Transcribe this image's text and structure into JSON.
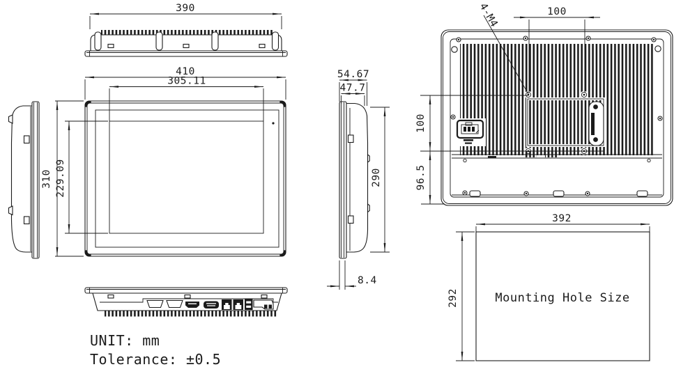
{
  "notes": {
    "unit": "UNIT: mm",
    "tolerance": "Tolerance: ±0.5"
  },
  "labels": {
    "mounting_hole": "Mounting Hole Size",
    "vesa_thread": "4-M4"
  },
  "dimensions": {
    "top_view_width": "390",
    "front_overall_width": "410",
    "display_width": "305.11",
    "front_overall_height": "310",
    "display_height": "229.09",
    "depth_overall": "54.67",
    "depth_body": "47.7",
    "body_height": "290",
    "front_bezel_depth": "8.4",
    "vesa_pitch_horizontal": "100",
    "vesa_pitch_vertical": "100",
    "vesa_to_bottom": "96.5",
    "cutout_width": "392",
    "cutout_height": "292"
  },
  "colors": {
    "line": "#1b1b1b",
    "background": "#ffffff"
  }
}
